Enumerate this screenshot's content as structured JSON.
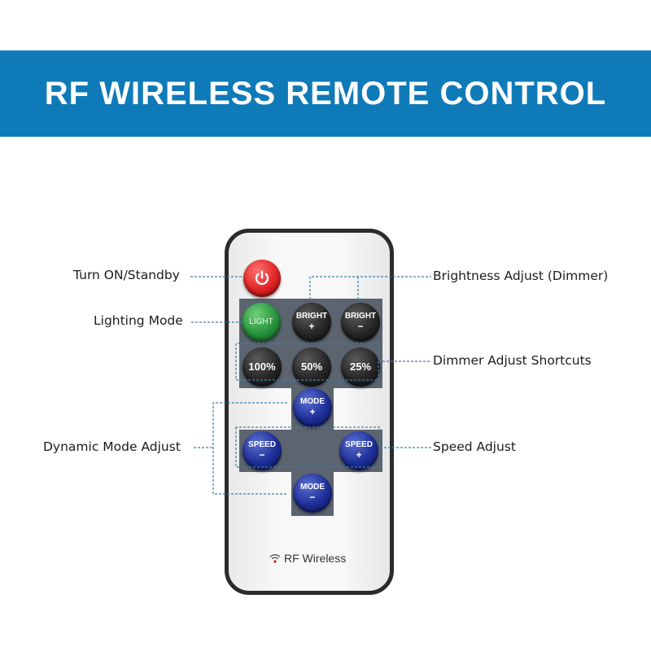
{
  "banner": {
    "title": "RF WIRELESS REMOTE CONTROL",
    "color": "#0f7ab8"
  },
  "remote": {
    "power_button": {
      "icon": "power-icon"
    },
    "light_button": {
      "label": "LIGHT"
    },
    "bright_plus": {
      "label": "BRIGHT",
      "sign": "+"
    },
    "bright_minus": {
      "label": "BRIGHT",
      "sign": "−"
    },
    "shortcuts": [
      "100%",
      "50%",
      "25%"
    ],
    "mode_plus": {
      "label": "MODE",
      "sign": "+"
    },
    "mode_minus": {
      "label": "MODE",
      "sign": "−"
    },
    "speed_minus": {
      "label": "SPEED",
      "sign": "−"
    },
    "speed_plus": {
      "label": "SPEED",
      "sign": "+"
    },
    "brand": {
      "icon": "wireless-icon",
      "text": "RF Wireless"
    }
  },
  "callouts": {
    "power": "Turn ON/Standby",
    "lighting": "Lighting Mode",
    "brightness": "Brightness Adjust (Dimmer)",
    "shortcuts": "Dimmer Adjust Shortcuts",
    "dynamic": "Dynamic Mode Adjust",
    "speed": "Speed Adjust"
  },
  "colors": {
    "power": "#e02424",
    "light": "#25913a",
    "mode_speed": "#1d2e96",
    "bright": "#262626",
    "leader": "#3c7fa8"
  }
}
